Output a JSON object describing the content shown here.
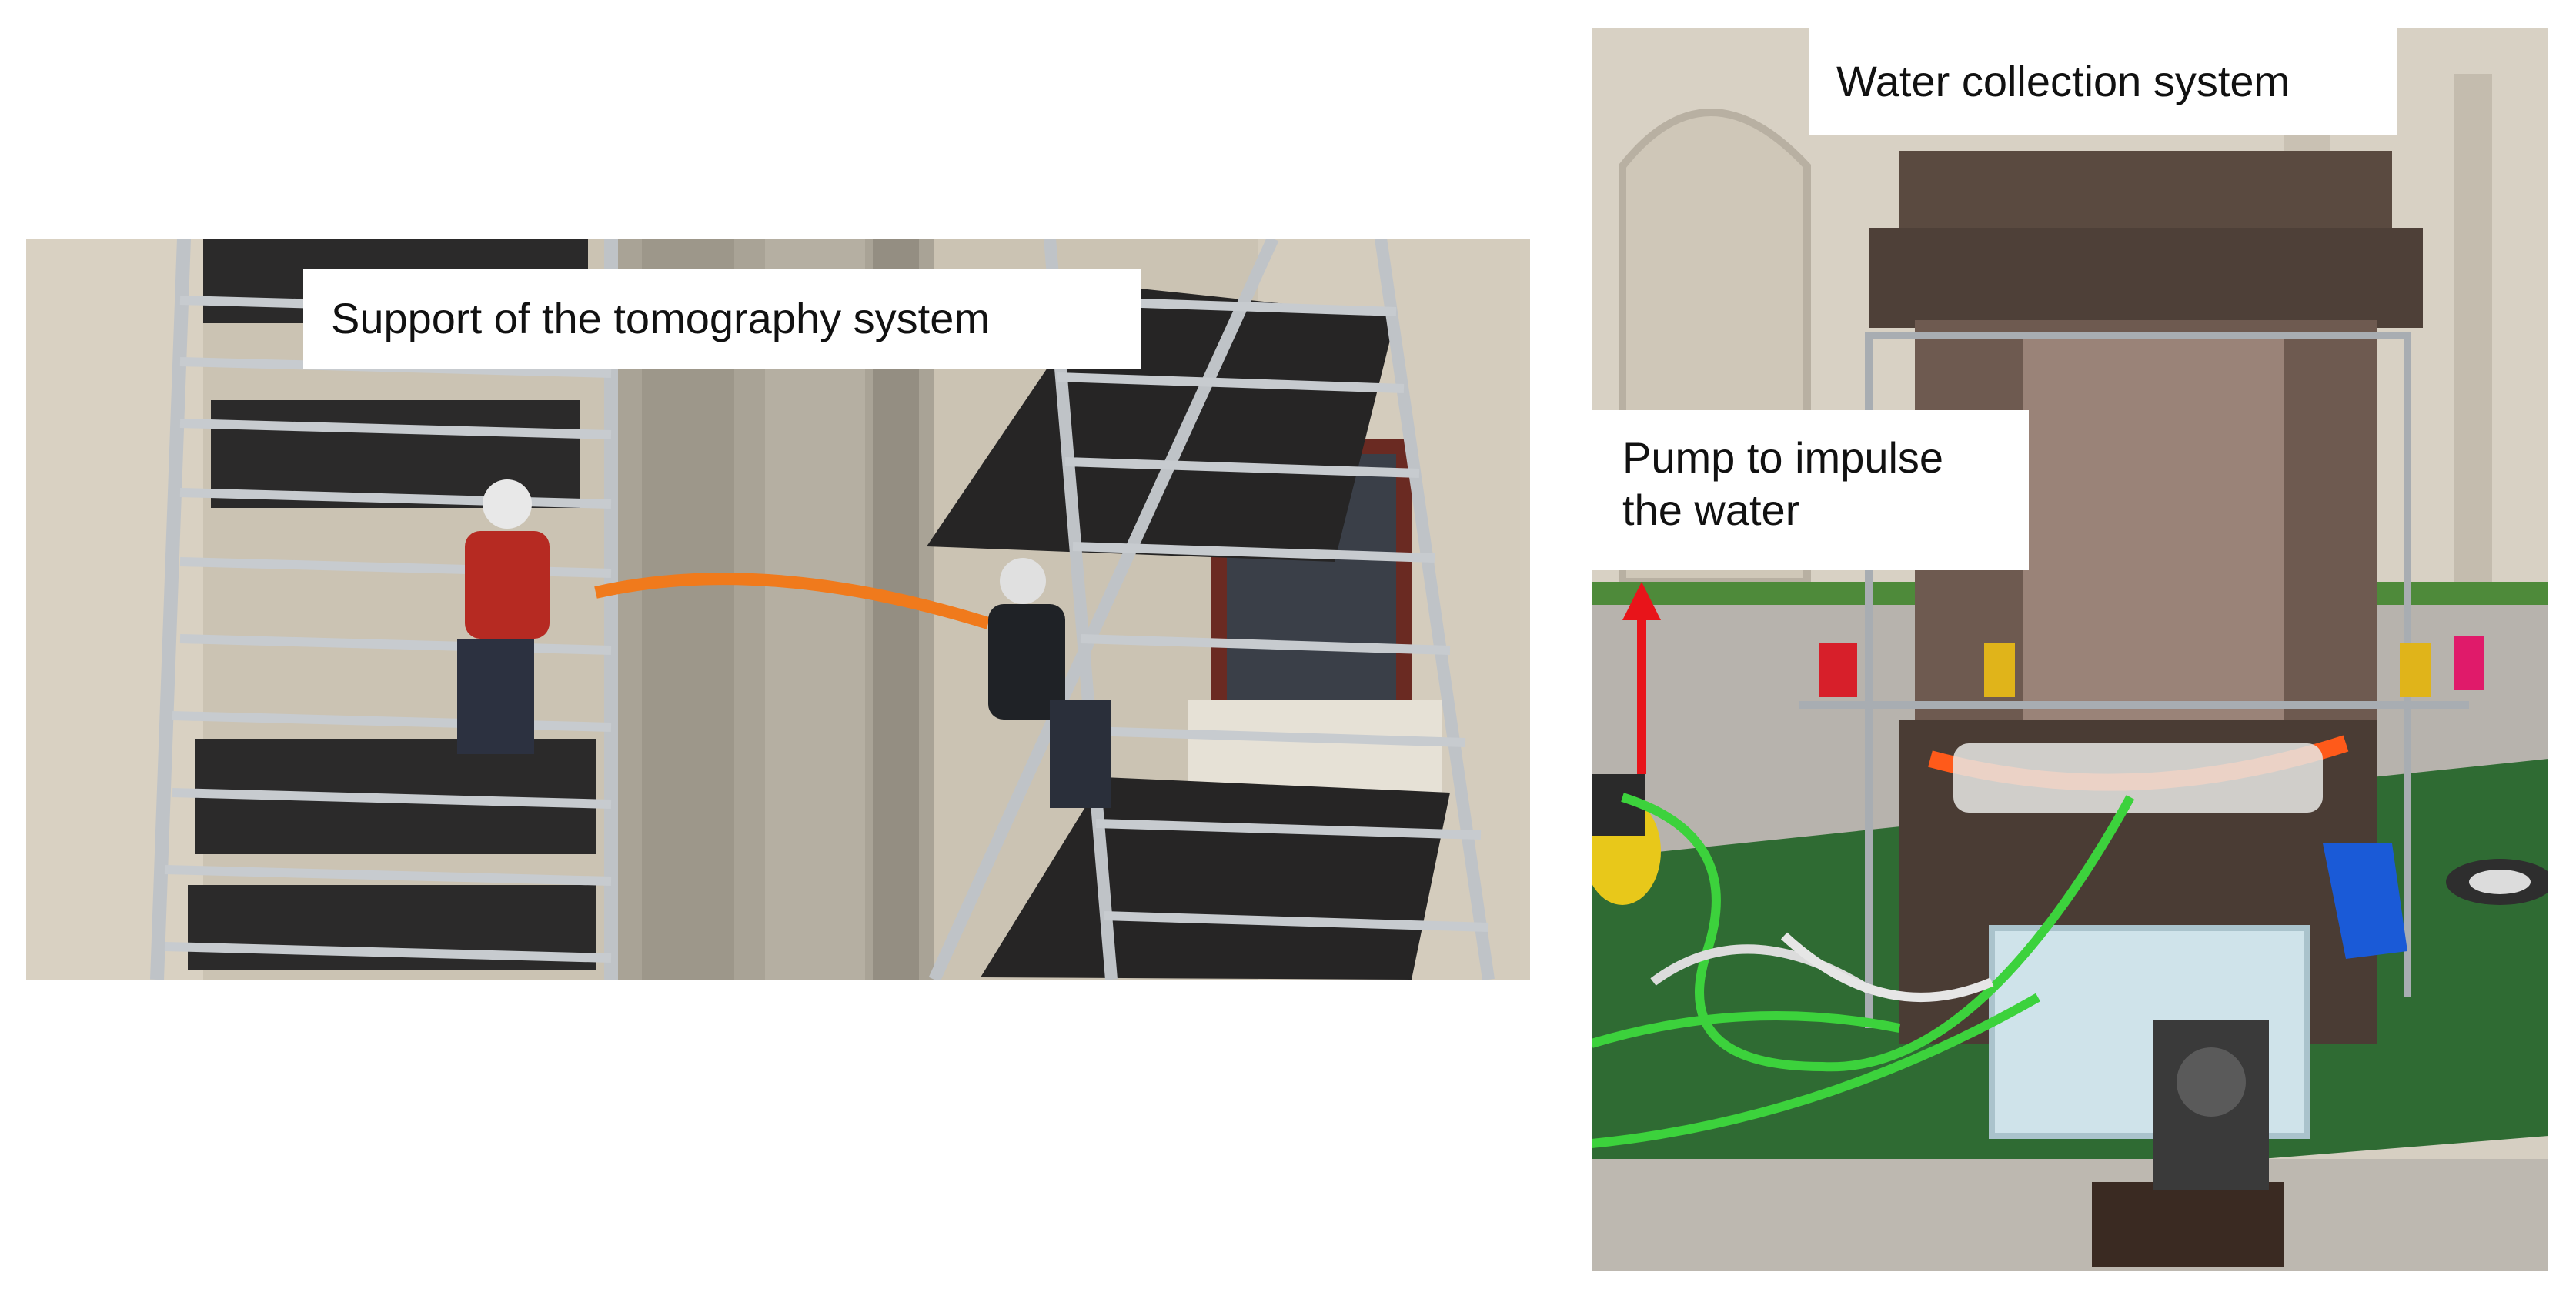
{
  "figure": {
    "left_photo": {
      "caption": "Support of the tomography system",
      "description_icon": "scaffold-photo"
    },
    "right_photo": {
      "caption_top": "Water collection system",
      "caption_pump_line1": "Pump to impulse",
      "caption_pump_line2": "the water",
      "arrow_color": "#e8141a",
      "hose_color": "#3cd23c",
      "description_icon": "column-base-photo"
    }
  }
}
